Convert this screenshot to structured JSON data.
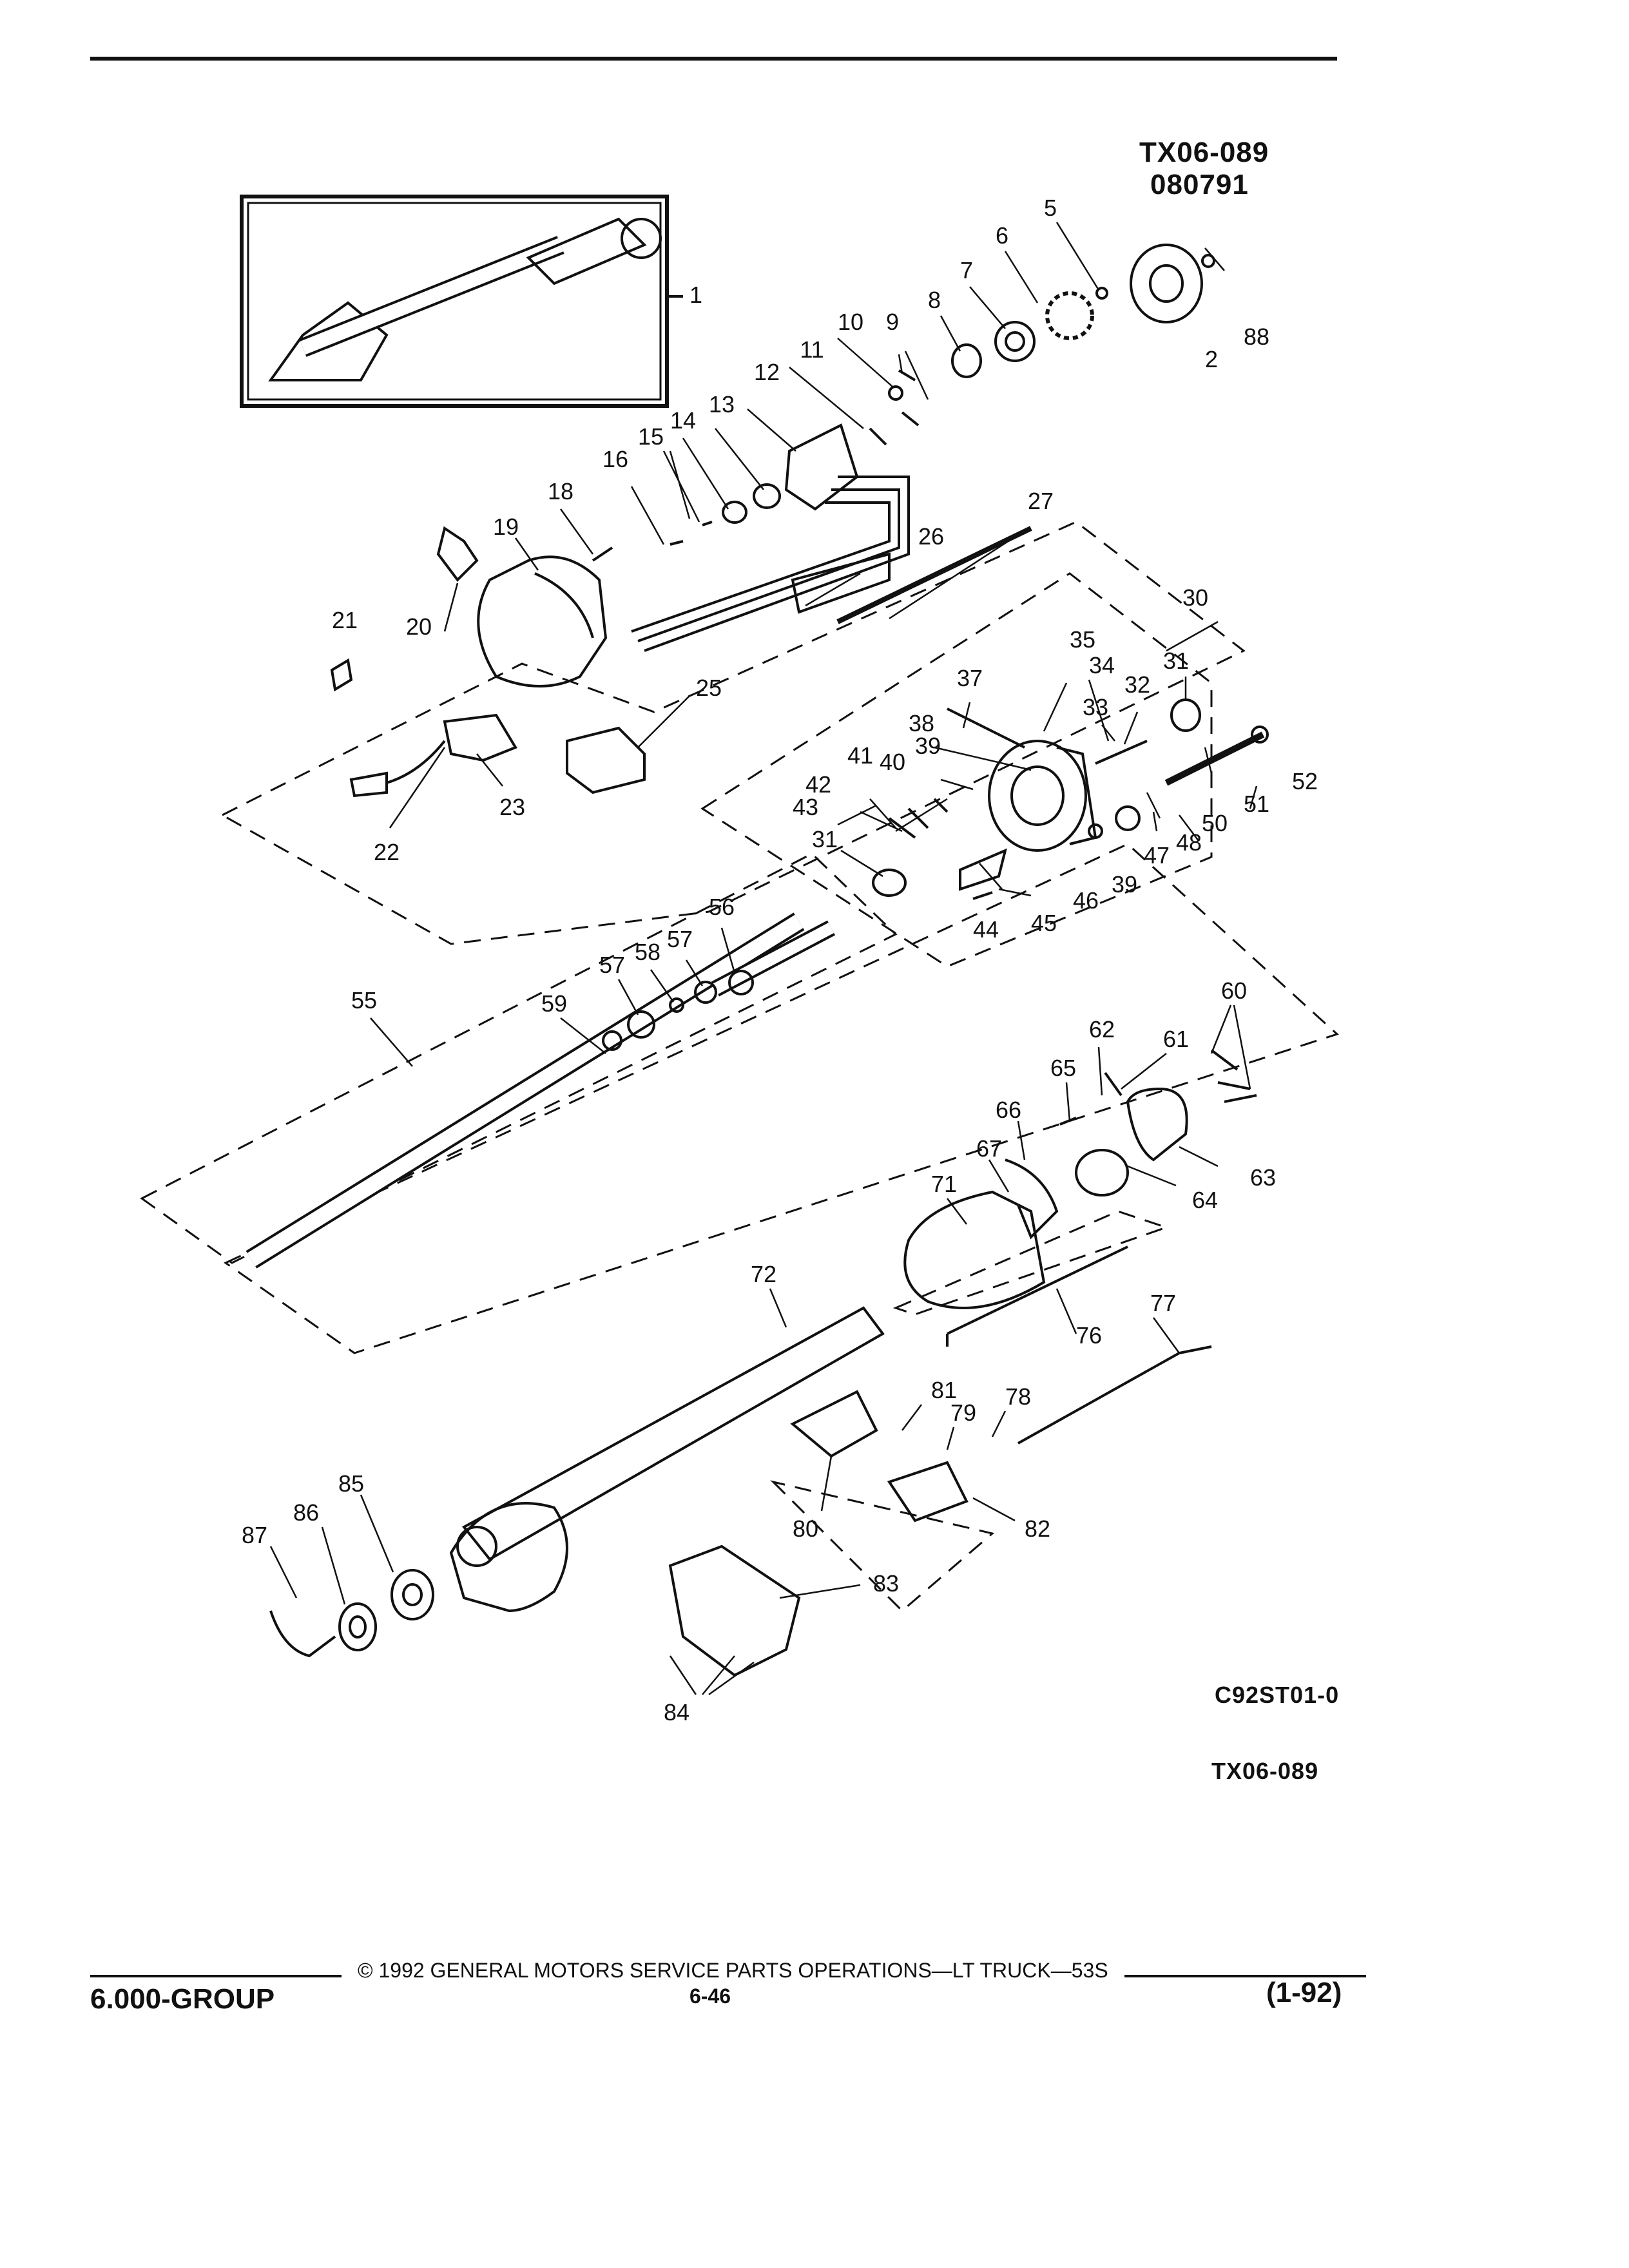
{
  "header": {
    "ref_code": "TX06-089",
    "date_code": "080791"
  },
  "figure": {
    "part_numbers": [
      "1",
      "2",
      "5",
      "6",
      "7",
      "8",
      "9",
      "10",
      "11",
      "12",
      "13",
      "14",
      "15",
      "16",
      "18",
      "19",
      "20",
      "21",
      "22",
      "23",
      "25",
      "26",
      "27",
      "30",
      "31",
      "31",
      "32",
      "33",
      "34",
      "35",
      "37",
      "38",
      "39",
      "39",
      "40",
      "41",
      "42",
      "43",
      "44",
      "45",
      "46",
      "47",
      "48",
      "50",
      "51",
      "52",
      "55",
      "56",
      "57",
      "57",
      "58",
      "59",
      "60",
      "61",
      "62",
      "63",
      "64",
      "65",
      "66",
      "67",
      "71",
      "72",
      "76",
      "77",
      "78",
      "79",
      "80",
      "81",
      "82",
      "83",
      "84",
      "85",
      "86",
      "87",
      "88"
    ],
    "illustration_code": "C92ST01-0",
    "bottom_ref_code": "TX06-089"
  },
  "footer": {
    "copyright": "© 1992 GENERAL MOTORS SERVICE PARTS OPERATIONS—LT TRUCK—53S",
    "page_number": "6-46",
    "group": "6.000-GROUP",
    "revision": "(1-92)"
  }
}
